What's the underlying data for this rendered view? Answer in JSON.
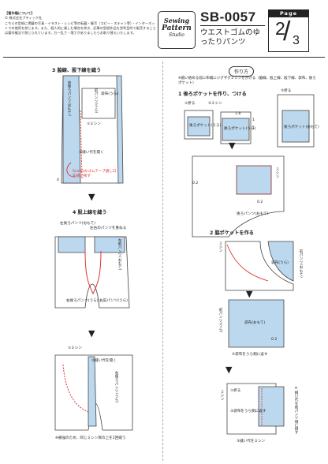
{
  "copyright": {
    "heading": "【著作権について】",
    "owner": "© 株式会社ブティック社",
    "text": "こちらの型紙に掲載の写真・イラスト・レシピ等の転載・複写（コピー・スキャン等）・インターネットでの使用を禁じます。また、個人的に楽しむ場合を除き、記事の型紙作品を営利目的で販売することは著作権法で禁じられています。万一乱丁・落丁がありましたらお取り替えいたします。"
  },
  "logo": {
    "line1": "Sewing",
    "line2": "Pattern",
    "line3": "Studio"
  },
  "pattern": {
    "code": "SB-0057",
    "title": "ウエストゴムのゆったりパンツ"
  },
  "page": {
    "label": "Page",
    "current": "2",
    "total": "3"
  },
  "left": {
    "step3": {
      "heading": "3 脇線、股下線を縫う",
      "labels": [
        "右後ろパンツ(おもて)",
        "前パンツ(うら)",
        "袋布(うら)",
        "①ミシン",
        "②縫い代を開く",
        "5cmのみゴムテープ通し口を縫い残す",
        "4"
      ]
    },
    "step4": {
      "heading": "4 股上線を縫う",
      "labels": [
        "左後ろパンツ(おもて)",
        "左右のパンツを重ねる",
        "左前パンツ(おもて)",
        "右後ろパンツ(うら)",
        "右前パンツ(うら)",
        "①ミシン",
        "②縫い代を開く",
        "右後ろパンツ(うら)"
      ],
      "note": "※補強のため、同じミシン目の上を2回縫う"
    }
  },
  "right": {
    "howto_label": "作り方",
    "note": "※縫い始める前に布端にジグザグミシンをかける（脇線、股上線、股下線、袋布、後ろポケット）",
    "step1": {
      "heading": "1 後ろポケットを作り、つける",
      "labels": [
        "①折る",
        "後ろポケット(うら)",
        "②ミシン",
        "1.8",
        "1",
        "1",
        "③折る",
        "後ろポケット(うら)",
        "後ろポケット(おもて)",
        "後ろパンツ(おもて)",
        "ミシン",
        "0.2",
        "0.2"
      ]
    },
    "step2": {
      "heading": "2 脇ポケットを作る",
      "labels": [
        "ミシン",
        "前パンツ(おもて)",
        "袋布(うら)",
        "前パンツ(うら)",
        "袋布(おもて)",
        "②袋布をうら側に返す",
        "0.2",
        "①折る",
        "ミシン",
        "②袋布をうら側に返す",
        "③縫い代をミシン",
        "④縫い代を前パンツ側に倒す"
      ]
    }
  },
  "colors": {
    "accent": "#e53935",
    "fabric": "#bcd8ee",
    "ink": "#222222"
  }
}
